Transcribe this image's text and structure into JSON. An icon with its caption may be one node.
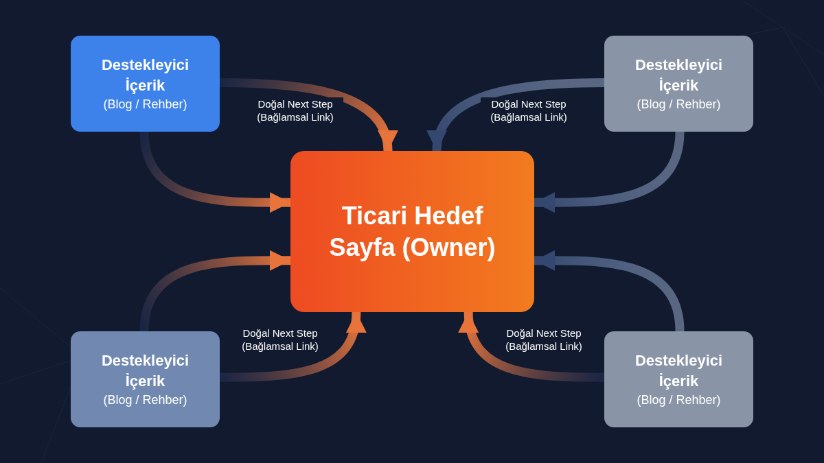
{
  "diagram": {
    "nodes": [
      {
        "text": [
          "Destekleyici İçerik",
          "(Blog / Rehber)"
        ]
      },
      {
        "text": [
          "Destekleyici İçerik",
          "(Blog / Rehber)"
        ]
      },
      {
        "text": [
          "Ticari Hedef Sayfa (Owner)"
        ]
      },
      {
        "text": [
          "Destekleyici İçerik",
          "(Blog / Rehber)"
        ]
      },
      {
        "text": [
          "Destekleyici İçerik",
          "(Blog / Rehber)"
        ]
      }
    ],
    "edges": [
      {
        "from": 0,
        "to": 2,
        "arrow": "to",
        "label": "Doğal Next Step (Bağlamsal Link)"
      },
      {
        "from": 0,
        "to": 2,
        "arrow": "to"
      },
      {
        "from": 1,
        "to": 2,
        "arrow": "to",
        "label": "Doğal Next Step (Bağlamsal Link)",
        "color": "#34476f"
      },
      {
        "from": 1,
        "to": 2,
        "arrow": "to",
        "color": "#34476f"
      },
      {
        "from": 3,
        "to": 2,
        "arrow": "to"
      },
      {
        "from": 3,
        "to": 2,
        "arrow": "to",
        "label": "Doğal Next Step (Bağlamsal Link)"
      },
      {
        "from": 4,
        "to": 2,
        "arrow": "to",
        "color": "#34476f"
      },
      {
        "from": 4,
        "to": 2,
        "arrow": "to",
        "label": "Doğal Next Step (Bağlamsal Link)"
      }
    ]
  }
}
